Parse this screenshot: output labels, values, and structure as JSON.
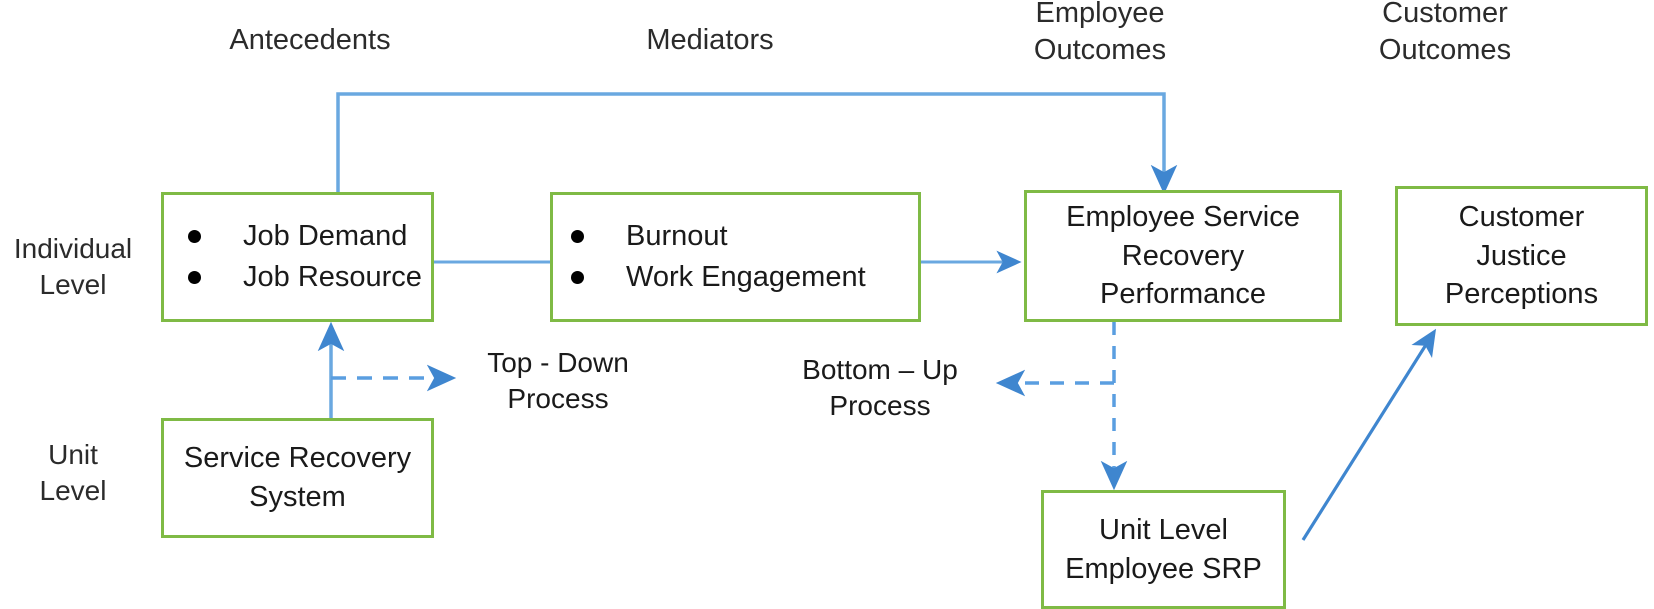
{
  "diagram": {
    "title": "Multilevel service recovery conceptual model",
    "accent_box_border": "#7fba45",
    "accent_arrow": "#4a90d9",
    "background": "#ffffff"
  },
  "column_headers": [
    {
      "id": "antecedents",
      "label": "Antecedents"
    },
    {
      "id": "mediators",
      "label": "Mediators"
    },
    {
      "id": "employee-outcomes",
      "label": "Employee\nOutcomes"
    },
    {
      "id": "customer-outcomes",
      "label": "Customer\nOutcomes"
    }
  ],
  "row_labels": [
    {
      "id": "individual-level",
      "label": "Individual\nLevel"
    },
    {
      "id": "unit-level",
      "label": "Unit\nLevel"
    }
  ],
  "nodes": {
    "job": {
      "id": "job-factors",
      "items": [
        "Job Demand",
        "Job Resource"
      ]
    },
    "mediators": {
      "id": "mediator-factors",
      "items": [
        "Burnout",
        "Work Engagement"
      ]
    },
    "esrp": {
      "id": "employee-service-recovery-performance",
      "label": "Employee Service\nRecovery\nPerformance"
    },
    "cjp": {
      "id": "customer-justice-perceptions",
      "label": "Customer\nJustice\nPerceptions"
    },
    "srs": {
      "id": "service-recovery-system",
      "label": "Service Recovery\nSystem"
    },
    "ulsrp": {
      "id": "unit-level-employee-srp",
      "label": "Unit Level\nEmployee SRP"
    }
  },
  "process_labels": [
    {
      "id": "top-down",
      "label": "Top - Down\nProcess"
    },
    {
      "id": "bottom-up",
      "label": "Bottom – Up\nProcess"
    }
  ],
  "edges": [
    {
      "id": "job-to-mediators",
      "style": "solid",
      "arrow": "end"
    },
    {
      "id": "mediators-to-esrp",
      "style": "solid",
      "arrow": "end"
    },
    {
      "id": "job-to-esrp-loop",
      "style": "solid",
      "arrow": "end"
    },
    {
      "id": "srs-to-job",
      "style": "solid",
      "arrow": "end"
    },
    {
      "id": "top-down-branch",
      "style": "dashed",
      "arrow": "end"
    },
    {
      "id": "esrp-to-ulsrp",
      "style": "dashed",
      "arrow": "end"
    },
    {
      "id": "bottom-up-branch",
      "style": "dashed",
      "arrow": "end"
    },
    {
      "id": "ulsrp-to-cjp",
      "style": "solid",
      "arrow": "end"
    }
  ]
}
